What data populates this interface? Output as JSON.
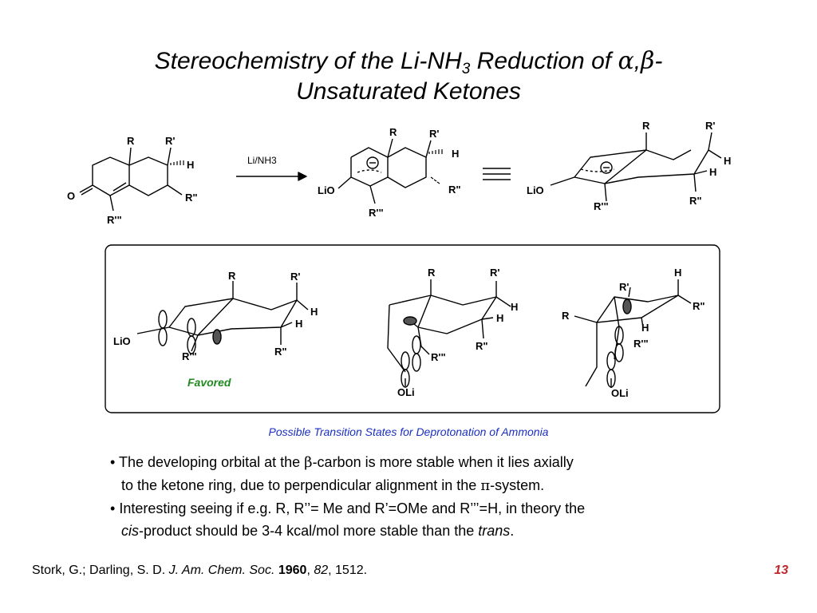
{
  "title": {
    "line1_pre": "Stereochemistry of the Li-NH",
    "line1_sub": "3",
    "line1_post": " Reduction of ",
    "alpha": "α",
    "comma": ",",
    "beta": "β",
    "hyphen": "-",
    "line2": "Unsaturated Ketones"
  },
  "scheme": {
    "arrow_label": "Li/NH3",
    "labels": {
      "R": "R",
      "Rp": "R'",
      "Rpp": "R\"",
      "Rppp": "R'\"",
      "H": "H",
      "O": "O",
      "LiO": "LiO",
      "OLi": "OLi",
      "minus": "−"
    },
    "favored": "Favored"
  },
  "caption": "Possible Transition States for Deprotonation of Ammonia",
  "bullets": [
    {
      "bullet": "•",
      "pre": " The developing orbital at the ",
      "greek": "β",
      "post": "-carbon is more stable when it lies axially",
      "line2_pre": "to the ketone ring, due to perpendicular alignment in the ",
      "line2_greek": "π",
      "line2_post": "-system."
    },
    {
      "bullet": "•",
      "text": " Interesting seeing if e.g. R, R’’= Me and R’=OMe and R’’’=H, in theory the",
      "line2_italic": "cis",
      "line2_mid": "-product should be 3-4 kcal/mol more stable than the ",
      "line2_italic2": "trans",
      "line2_end": "."
    }
  ],
  "footer": {
    "authors": "Stork, G.; Darling, S. D. ",
    "journal": "J. Am. Chem. Soc.",
    "year_sep": " ",
    "year": "1960",
    "sep1": ", ",
    "volume": "82",
    "pages": ", 1512."
  },
  "page_number": "13"
}
